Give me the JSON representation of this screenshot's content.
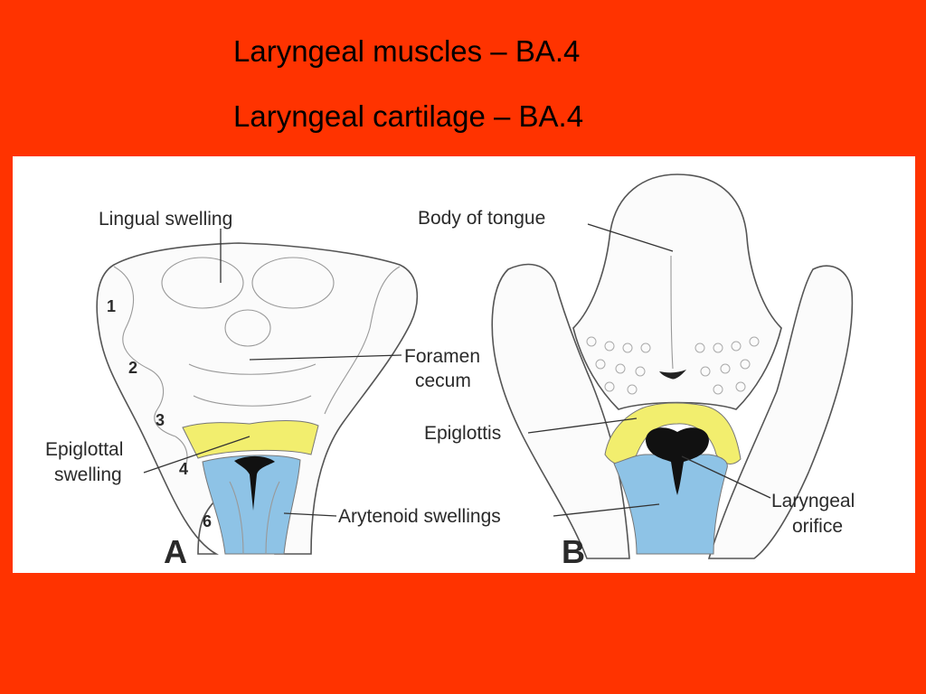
{
  "slide": {
    "title_line1": "Laryngeal muscles – BA.4",
    "title_line2": "Laryngeal cartilage – BA.4"
  },
  "figure": {
    "panel_a": {
      "letter": "A",
      "arch_numbers": [
        "1",
        "2",
        "3",
        "4",
        "6"
      ],
      "labels": {
        "lingual_swelling": "Lingual swelling",
        "foramen_line1": "Foramen",
        "foramen_line2": "cecum",
        "epiglottal_line1": "Epiglottal",
        "epiglottal_line2": "swelling",
        "arytenoid": "Arytenoid swellings"
      }
    },
    "panel_b": {
      "letter": "B",
      "labels": {
        "body_of_tongue": "Body of tongue",
        "epiglottis": "Epiglottis",
        "laryngeal_line1": "Laryngeal",
        "laryngeal_line2": "orifice"
      }
    },
    "colors": {
      "background": "#ff3300",
      "epiglottis_yellow": "#f2ee6e",
      "arytenoid_blue": "#8ec3e6",
      "orifice": "#111111"
    }
  }
}
